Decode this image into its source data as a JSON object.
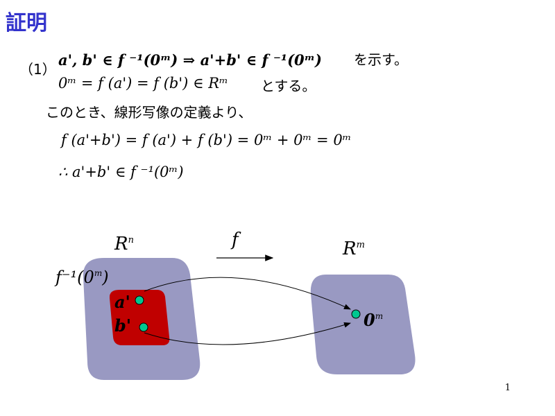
{
  "slide": {
    "title": "証明",
    "page_number": "1"
  },
  "proof": {
    "line1_marker": "（1）",
    "line1_math": "a', b' ∈ f ⁻¹(0ᵐ) ⇒ a'+b' ∈ f ⁻¹(0ᵐ)",
    "line1_suffix": "を示す。",
    "line2_math": "0ᵐ = f (a') = f (b') ∈ Rᵐ",
    "line2_suffix": "とする。",
    "line3_text": "このとき、線形写像の定義より、",
    "line4_math": "f (a'+b') = f (a') + f (b') = 0ᵐ + 0ᵐ = 0ᵐ",
    "line5_math": "∴ a'+b' ∈ f ⁻¹(0ᵐ)"
  },
  "diagram": {
    "domain_label": "R",
    "domain_sup": "n",
    "codomain_label": "R",
    "codomain_sup": "m",
    "map_label": "f",
    "preimage_label": "f⁻¹(0",
    "preimage_sup": "m",
    "preimage_close": ")",
    "point_a_label": "a'",
    "point_b_label": "b'",
    "zero_label": "0",
    "zero_sup": "m",
    "colors": {
      "set_fill": "#9999c2",
      "kernel_fill": "#c00000",
      "point_fill": "#00c890",
      "title_color": "#3333cc"
    }
  }
}
